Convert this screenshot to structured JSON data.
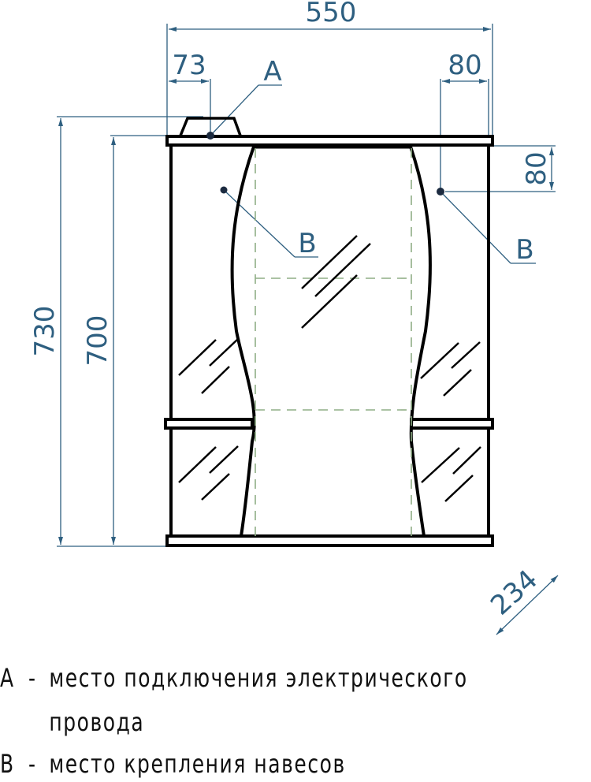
{
  "diagram": {
    "type": "technical-drawing",
    "subject": "mirror cabinet front view with dimensions",
    "colors": {
      "outline": "#000000",
      "dimension": "#2e5f80",
      "hidden_line": "#8fae86",
      "background": "#ffffff"
    },
    "dimensions": {
      "overall_width": "550",
      "left_offset_a": "73",
      "right_offset_b": "80",
      "vertical_offset_b": "80",
      "overall_height": "730",
      "body_height": "700",
      "depth": "234"
    },
    "callouts": {
      "a": "A",
      "b_left": "B",
      "b_right": "B"
    }
  },
  "legend": [
    {
      "key": "A",
      "dash": "-",
      "text": "место подключения электрического"
    },
    {
      "key": "",
      "dash": "",
      "text": "провода"
    },
    {
      "key": "B",
      "dash": "-",
      "text": "место крепления навесов"
    }
  ]
}
